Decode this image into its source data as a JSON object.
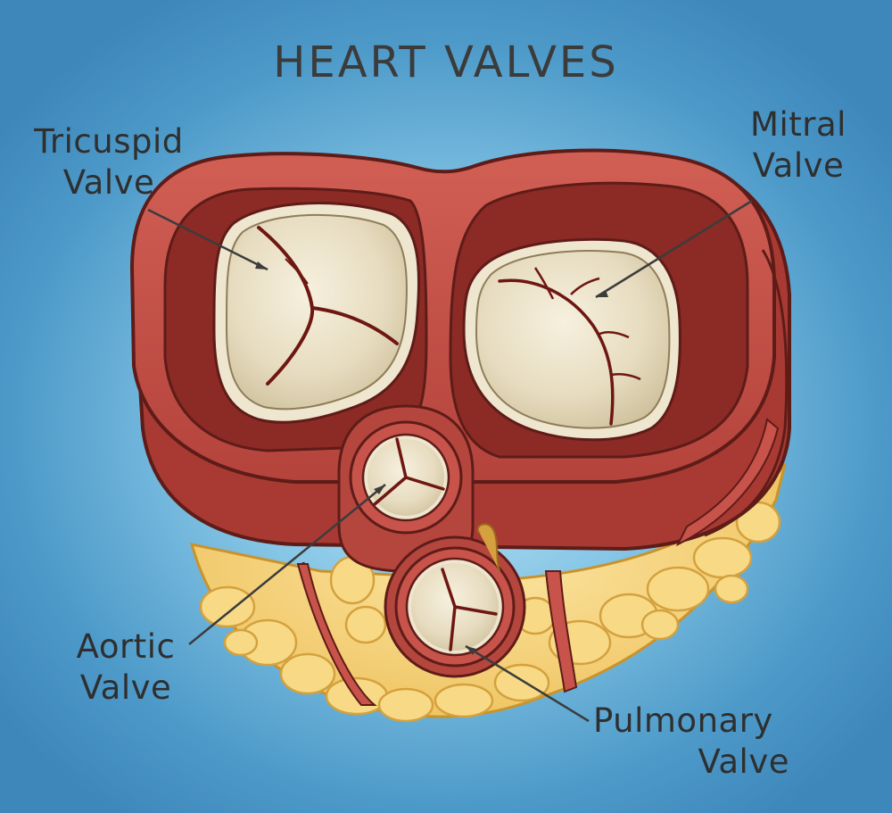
{
  "title": "HEART VALVES",
  "labels": {
    "tricuspid": {
      "line1": "Tricuspid",
      "line2": "Valve"
    },
    "mitral": {
      "line1": "Mitral",
      "line2": "Valve"
    },
    "aortic": {
      "line1": "Aortic",
      "line2": "Valve"
    },
    "pulmonary": {
      "line1": "Pulmonary",
      "line2": "Valve"
    }
  },
  "colors": {
    "background": "#4d9ac9",
    "muscle": "#c7534a",
    "muscle_dark": "#8c2f29",
    "leaflet": "#e9dfc6",
    "fat": "#f2cf6e",
    "leader_line": "#3c3c3c"
  }
}
